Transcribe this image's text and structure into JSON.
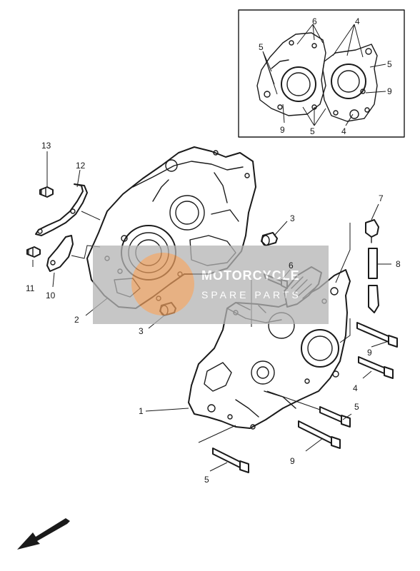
{
  "inset_callouts": [
    {
      "id": "i6",
      "label": "6"
    },
    {
      "id": "i4",
      "label": "4"
    },
    {
      "id": "i5a",
      "label": "5"
    },
    {
      "id": "i5b",
      "label": "5"
    },
    {
      "id": "i9a",
      "label": "9"
    },
    {
      "id": "i9b",
      "label": "9"
    },
    {
      "id": "i5c",
      "label": "5"
    },
    {
      "id": "i4b",
      "label": "4"
    }
  ],
  "callouts": [
    {
      "id": "c13",
      "label": "13"
    },
    {
      "id": "c12",
      "label": "12"
    },
    {
      "id": "c11",
      "label": "11"
    },
    {
      "id": "c10",
      "label": "10"
    },
    {
      "id": "c3a",
      "label": "3"
    },
    {
      "id": "c3b",
      "label": "3"
    },
    {
      "id": "c2",
      "label": "2"
    },
    {
      "id": "c7",
      "label": "7"
    },
    {
      "id": "c8",
      "label": "8"
    },
    {
      "id": "c6",
      "label": "6"
    },
    {
      "id": "c9a",
      "label": "9"
    },
    {
      "id": "c4",
      "label": "4"
    },
    {
      "id": "c5a",
      "label": "5"
    },
    {
      "id": "c1",
      "label": "1"
    },
    {
      "id": "c9b",
      "label": "9"
    },
    {
      "id": "c5b",
      "label": "5"
    }
  ],
  "watermark": {
    "line1": "MOTORCYCLE",
    "line2": "SPARE PARTS"
  },
  "colors": {
    "line": "#1a1a1a",
    "watermark_grey": "#b4b4b4",
    "watermark_orange": "#e8924a"
  }
}
